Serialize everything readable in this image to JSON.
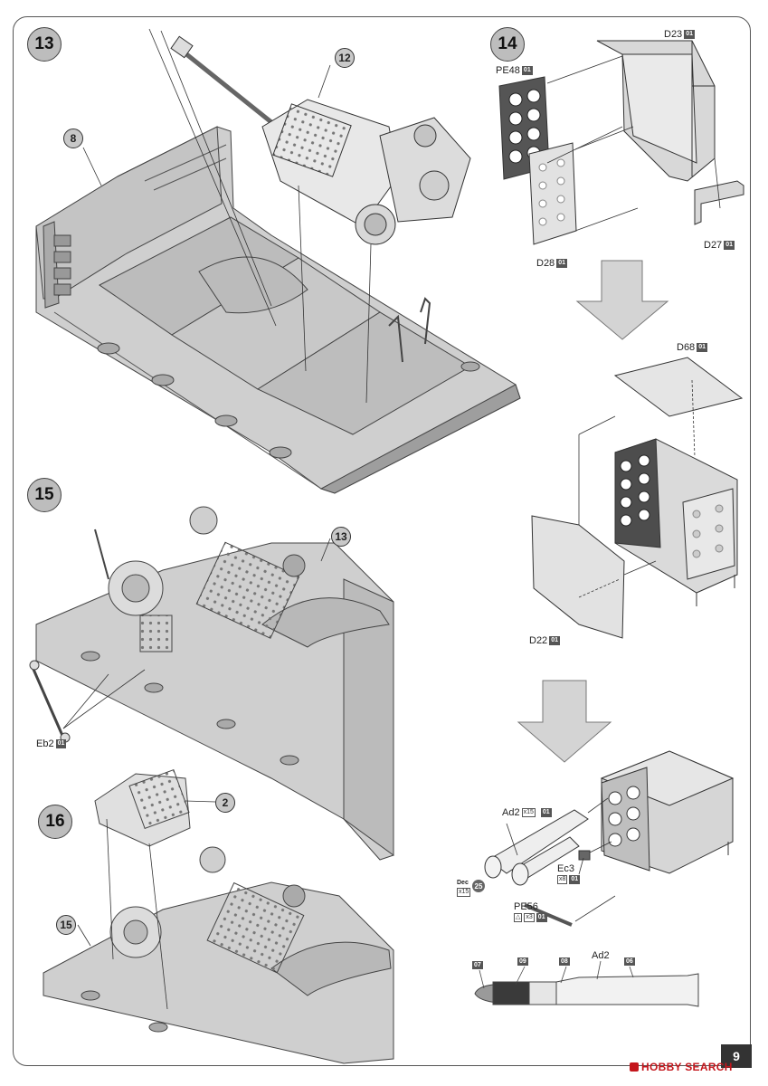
{
  "steps": {
    "s13": "13",
    "s14": "14",
    "s15": "15",
    "s16": "16"
  },
  "refs": {
    "r8": "8",
    "r12": "12",
    "r13": "13",
    "r2": "2",
    "r15": "15"
  },
  "parts": {
    "pe48": {
      "name": "PE48",
      "sprue": "01"
    },
    "d23": {
      "name": "D23",
      "sprue": "01"
    },
    "d27": {
      "name": "D27",
      "sprue": "01"
    },
    "d28": {
      "name": "D28",
      "sprue": "01"
    },
    "d68": {
      "name": "D68",
      "sprue": "01"
    },
    "d22": {
      "name": "D22",
      "sprue": "01"
    },
    "eb2": {
      "name": "Eb2",
      "sprue": "01"
    },
    "ad2": {
      "name": "Ad2",
      "qty": "x15",
      "sprue": "01"
    },
    "ec3": {
      "name": "Ec3",
      "qty": "x8",
      "sprue": "01"
    },
    "pe56": {
      "name": "PE56",
      "qty": "x3",
      "sprue": "01"
    }
  },
  "decal": {
    "label": "Dec",
    "qty": "x15",
    "num": "25"
  },
  "shell_diagram": {
    "label": "Ad2",
    "colors": [
      "07",
      "09",
      "08",
      "06"
    ],
    "palette": {
      "tip": "#9a9a9a",
      "band": "#3a3a3a",
      "body": "#e6e6e6",
      "case": "#f2f2f2"
    }
  },
  "page_number": "9",
  "watermark": "HOBBY SEARCH"
}
